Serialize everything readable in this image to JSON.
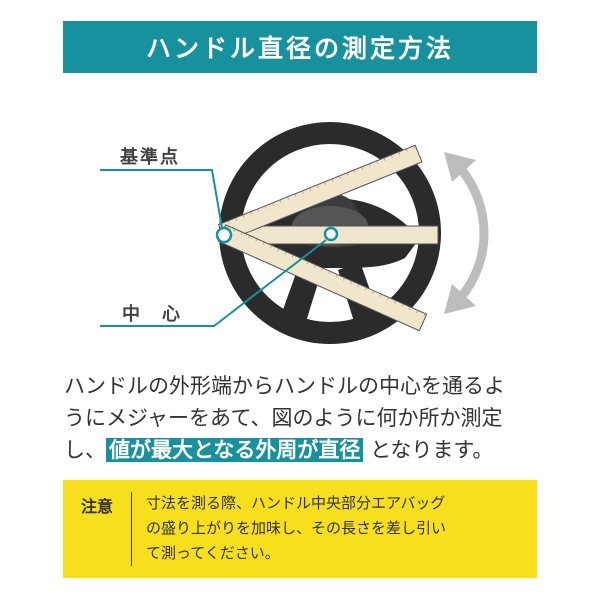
{
  "title": "ハンドル直径の測定方法",
  "labels": {
    "reference_point": "基準点",
    "center": "中心"
  },
  "description": {
    "line1": "ハンドルの外形端からハンドルの中心を通るよ",
    "line2": "うにメジャーをあて、図のように何か所か測定",
    "line3_pre": "し、",
    "line3_highlight": "値が最大となる外周が直径",
    "line3_post": "となります。"
  },
  "note": {
    "label": "注意",
    "line1": "寸法を測る際、ハンドル中央部分エアバッグ",
    "line2": "の盛り上がりを加味し、その長さを差し引い",
    "line3": "て測ってください。"
  },
  "colors": {
    "teal": "#17919e",
    "yellow": "#f7df1e",
    "wheel": "#2b2b2b",
    "tape": "#f0e6cc",
    "arrow": "#bdbdbd"
  },
  "icons": [
    "steering-wheel-icon",
    "tape-measure-icon",
    "rotate-arrow-icon"
  ]
}
